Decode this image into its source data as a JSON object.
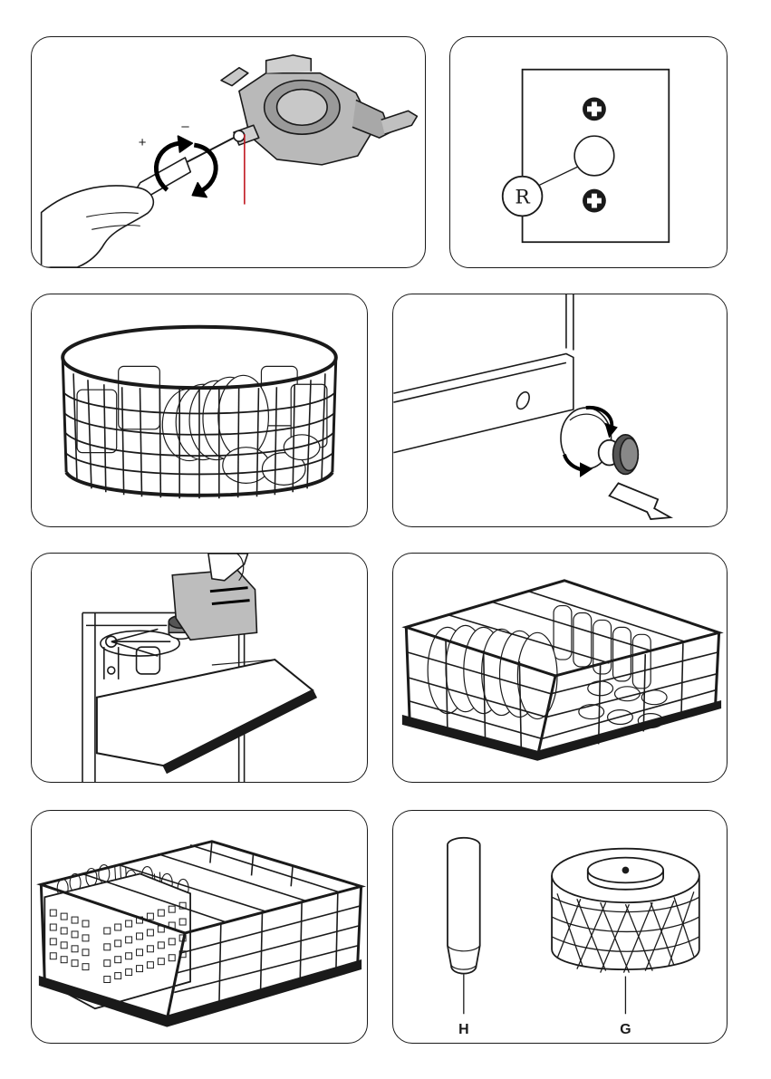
{
  "panels": {
    "regulator": {
      "plus_label": "+",
      "minus_label": "–"
    },
    "screw_plate": {
      "label": "R"
    },
    "parts": {
      "label_h": "H",
      "label_g": "G"
    }
  },
  "colors": {
    "ink": "#1a1a1a",
    "accent_line": "#c0161e",
    "panel_border": "#1a1a1a"
  }
}
